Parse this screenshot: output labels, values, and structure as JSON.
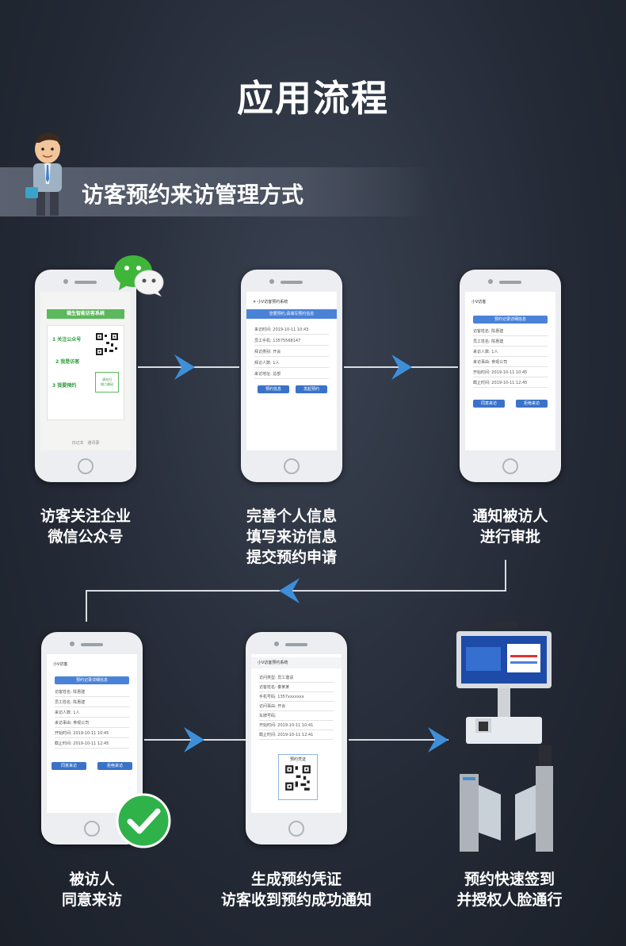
{
  "title": "应用流程",
  "banner": {
    "text": "访客预约来访管理方式"
  },
  "steps": [
    {
      "caption": [
        "访客关注企业",
        "微信公众号"
      ],
      "phone": {
        "system_title": "德生智能访客系统",
        "items": [
          "关注公众号",
          "我是访客",
          "我要预约"
        ],
        "item_numbers": [
          "1",
          "2",
          "3"
        ],
        "side_box": "请先扫\n描二维码",
        "bottom": [
          "日记本",
          "通讯录"
        ]
      }
    },
    {
      "caption": [
        "完善个人信息",
        "填写来访信息",
        "提交预约申请"
      ],
      "phone": {
        "header": "小V访客预约系统",
        "banner": "您要预约,请填写预约信息",
        "rows": [
          "来访时间: 2019-10-11 10:43",
          "员工手机: 13575568147",
          "拜访类别: 开会",
          "拜访人数: 1人",
          "来访地址: 总部"
        ],
        "buttons": [
          "预约信息",
          "发起预约"
        ]
      }
    },
    {
      "caption": [
        "通知被访人",
        "进行审批"
      ],
      "phone": {
        "header": "小V访客",
        "banner": "预约记录详细信息",
        "rows": [
          "访客姓名: 陈惠建",
          "员工姓名: 陈惠建",
          "来访人数: 1人",
          "来访事由: 参观公司",
          "开始时间: 2019-10-11 10:45",
          "截止时间: 2019-10-11 12:45"
        ],
        "buttons": [
          "同意来访",
          "拒绝来访"
        ]
      }
    },
    {
      "caption": [
        "被访人",
        "同意来访"
      ],
      "phone": {
        "header": "小V访客",
        "banner": "预约记录详细信息",
        "rows": [
          "访客姓名: 陈惠建",
          "员工姓名: 陈惠建",
          "来访人数: 1人",
          "来访事由: 参观公司",
          "开始时间: 2019-10-11 10:45",
          "截止时间: 2019-10-11 12:45"
        ],
        "buttons": [
          "同意来访",
          "拒绝来访"
        ]
      }
    },
    {
      "caption": [
        "生成预约凭证",
        "访客收到预约成功通知"
      ],
      "phone": {
        "header": "小V访客预约系统",
        "rows": [
          "访问类型: 员工邀请",
          "访客姓名: 秦某某",
          "手机号码: 1357xxxxxxx",
          "访问事由: 开会",
          "车牌号码:",
          "开始时间: 2019-10-11 10:41",
          "截止时间: 2019-10-11 12:41"
        ],
        "qr_label": "预约凭证"
      }
    },
    {
      "caption": [
        "预约快速签到",
        "并授权人脸通行"
      ]
    }
  ],
  "colors": {
    "arrow": "#3f8ed8",
    "wechat": "#3fb639",
    "check": "#2fb24a"
  }
}
